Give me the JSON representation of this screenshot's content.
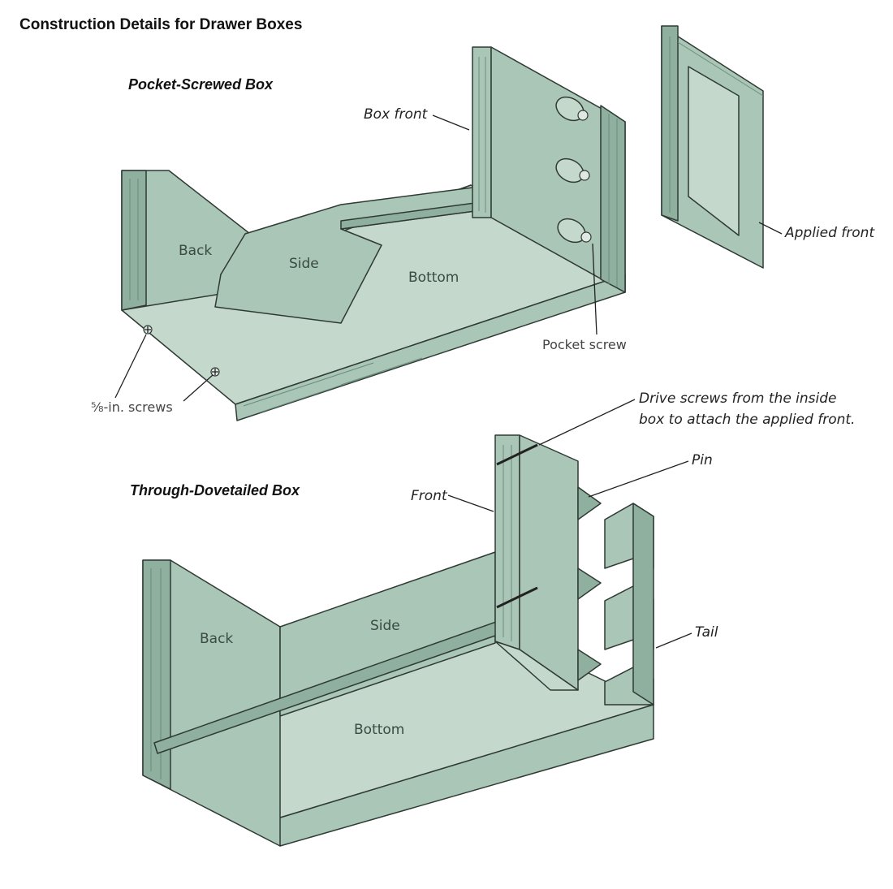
{
  "title": "Construction Details for Drawer Boxes",
  "pocket_box": {
    "subtitle": "Pocket-Screwed Box",
    "labels": {
      "box_front": "Box front",
      "applied_front": "Applied front",
      "back": "Back",
      "side": "Side",
      "bottom": "Bottom",
      "pocket_screw": "Pocket screw",
      "screws": "⅝-in. screws"
    }
  },
  "drive_note": {
    "line1": "Drive screws from the inside",
    "line2": "box to attach the applied front."
  },
  "dovetail_box": {
    "subtitle": "Through-Dovetailed Box",
    "labels": {
      "front": "Front",
      "pin": "Pin",
      "tail": "Tail",
      "back": "Back",
      "side": "Side",
      "bottom": "Bottom"
    }
  },
  "colors": {
    "wood": "#a9c6b6",
    "wood_light": "#c5d8cc",
    "wood_dark": "#8fb09e",
    "outline": "#2f3a35"
  }
}
